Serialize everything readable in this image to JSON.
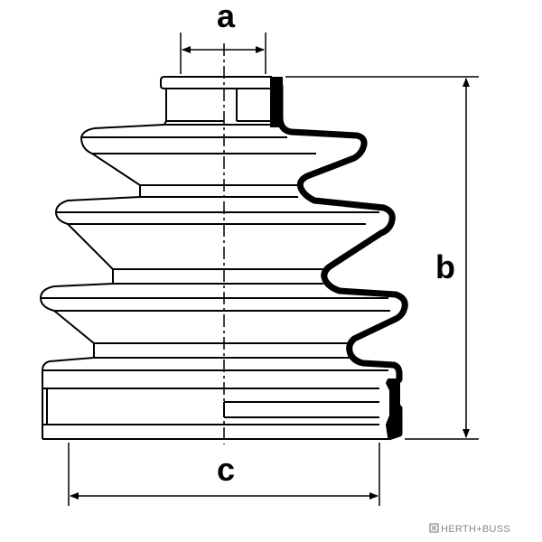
{
  "diagram": {
    "subject": "cv-joint-boot",
    "dimensions": {
      "a": "a",
      "b": "b",
      "c": "c"
    }
  },
  "brand": {
    "name": "HERTH+BUSS",
    "logo_icon": "herth-buss-logo-icon"
  },
  "colors": {
    "line": "#000000",
    "background": "#ffffff",
    "brand": "#888888"
  }
}
